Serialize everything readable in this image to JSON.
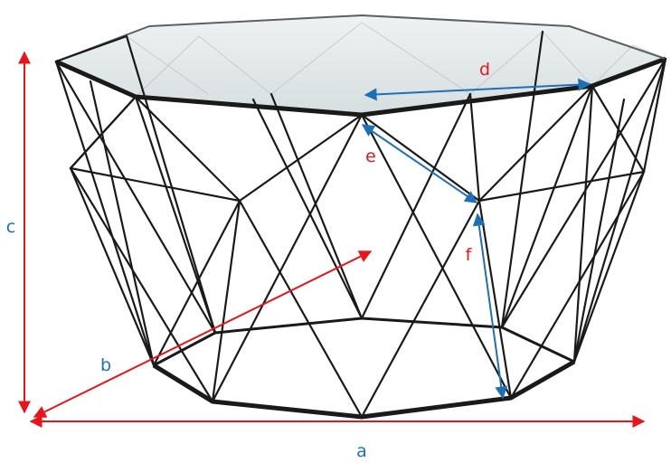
{
  "diagram": {
    "labels": {
      "a": "a",
      "b": "b",
      "c": "c",
      "d": "d",
      "e": "e",
      "f": "f"
    },
    "colors": {
      "red": "#e8161b",
      "blue": "#1f6fb7",
      "frame": "#1a1a1a",
      "glass": "#dfe5e6",
      "glass_edge": "#9fa7a8"
    },
    "object": "octagonal-glass-coffee-table"
  }
}
